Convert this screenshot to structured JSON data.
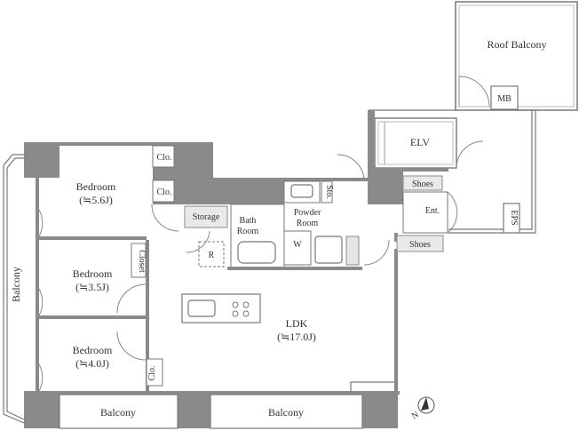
{
  "rooms": {
    "roof_balcony": "Roof Balcony",
    "mb": "MB",
    "elv": "ELV",
    "bedroom1": "Bedroom",
    "bedroom1_size": "(≒5.6J)",
    "bedroom2": "Bedroom",
    "bedroom2_size": "(≒3.5J)",
    "bedroom3": "Bedroom",
    "bedroom3_size": "(≒4.0J)",
    "clo1": "Clo.",
    "clo2": "Clo.",
    "clo3": "Clo.",
    "closet": "Closet",
    "storage": "Storage",
    "bath": "Bath",
    "bath_room": "Room",
    "powder": "Powder",
    "powder_room": "Room",
    "sto": "Sto.",
    "w": "W",
    "r": "R",
    "shoes1": "Shoes",
    "shoes2": "Shoes",
    "ent": "Ent.",
    "eps": "EPS",
    "ldk": "LDK",
    "ldk_size": "(≒17.0J)",
    "balcony_left": "Balcony",
    "balcony_bottom1": "Balcony",
    "balcony_bottom2": "Balcony"
  },
  "compass": {
    "label": "N",
    "icon": "compass-icon"
  }
}
